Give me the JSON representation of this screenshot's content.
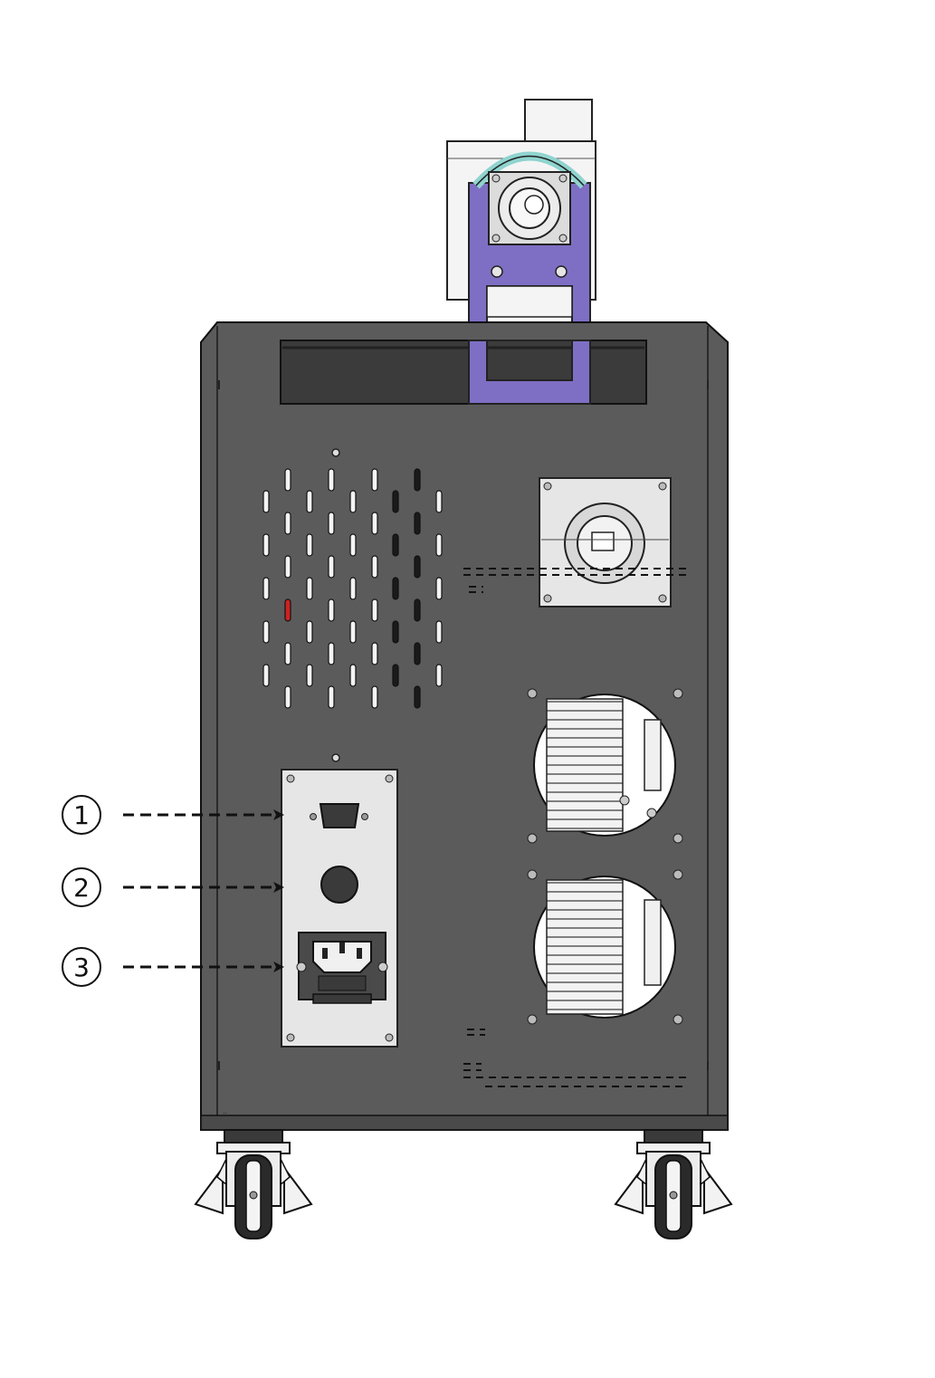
{
  "callouts": [
    {
      "label": "1",
      "target": "db9-serial-connector"
    },
    {
      "label": "2",
      "target": "round-blank-port"
    },
    {
      "label": "3",
      "target": "iec-power-inlet"
    }
  ],
  "colors": {
    "cabinet": "#5b5b5b",
    "cabinet_dark": "#3e3e3e",
    "panel": "#e6e6e6",
    "bracket": "#7e6fc4",
    "ring": "#8fd4cf",
    "line": "#111111",
    "accent_slot": "#cc2222"
  },
  "icons": {
    "callout": "circled-number-icon",
    "arrow": "dashed-arrow-icon"
  }
}
